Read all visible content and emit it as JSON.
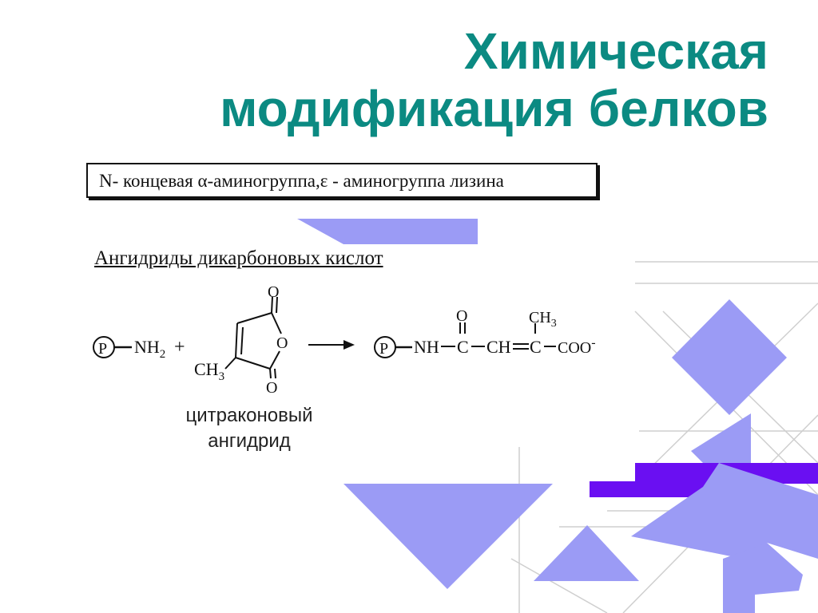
{
  "slide": {
    "title_line1": "Химическая",
    "title_line2": "модификация белков",
    "boxed_text": "N- концевая α-аминогруппа,ε - аминогруппа лизина",
    "subheading": "Ангидриды дикарбоновых кислот",
    "reagent_caption_line1": "цитраконовый",
    "reagent_caption_line2": "ангидрид"
  },
  "reaction": {
    "protein_label": "P",
    "amine": "NH",
    "amine_sub": "2",
    "plus": "+",
    "ring_oxygen": "O",
    "carbonyl_oxygen_top": "O",
    "carbonyl_oxygen_bottom": "O",
    "methyl": "CH",
    "methyl_sub": "3",
    "product_nh": "NH",
    "product_c1": "C",
    "product_ch": "CH",
    "product_c2": "C",
    "product_coo": "COO",
    "product_charge": "-",
    "product_oxygen": "O",
    "product_methyl": "CH",
    "product_methyl_sub": "3"
  },
  "colors": {
    "title": "#0b8a82",
    "shape_light": "#9b9bf5",
    "shape_dark": "#6a0ff2",
    "lines": "#cfcfcf"
  }
}
